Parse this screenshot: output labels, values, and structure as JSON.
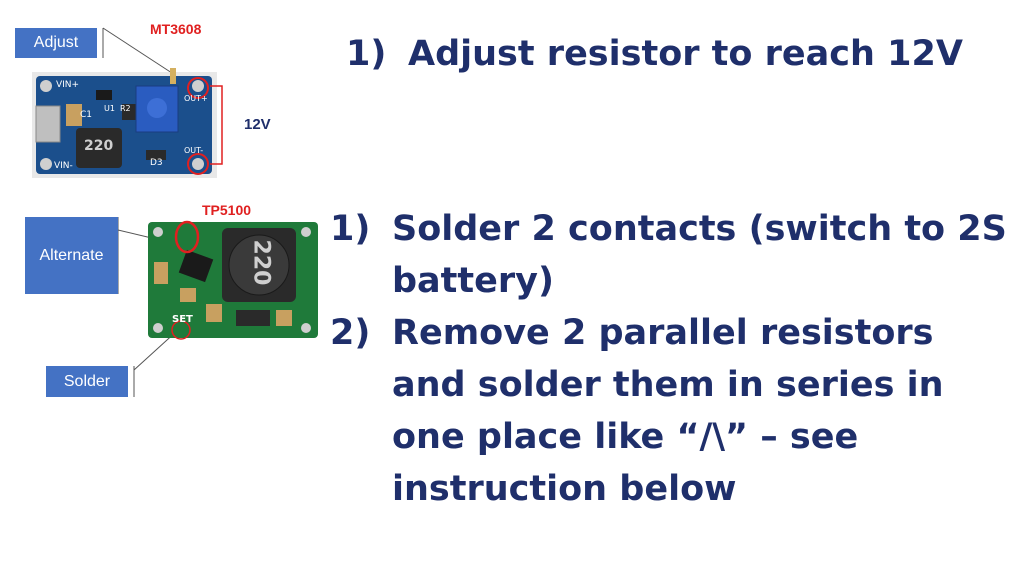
{
  "labels": {
    "adjust": "Adjust",
    "alternate": "Alternate",
    "solder": "Solder"
  },
  "chips": {
    "top": "MT3608",
    "bottom": "TP5100"
  },
  "voltage_label": "12V",
  "board1_text": {
    "vin_plus": "VIN+",
    "vin_minus": "VIN-",
    "out_plus": "OUT+",
    "out_minus": "OUT-",
    "c1": "C1",
    "u1": "U1",
    "r2": "R2",
    "d3": "D3",
    "inductor": "220"
  },
  "board2_text": {
    "inductor": "220",
    "set": "SET"
  },
  "steps_top": [
    {
      "num": "1)",
      "text": "Adjust resistor to reach 12V"
    }
  ],
  "steps_bottom": [
    {
      "num": "1)",
      "text": "Solder 2 contacts (switch to 2S battery)"
    },
    {
      "num": "2)",
      "text": "Remove 2 parallel resistors and solder them in series in one place like “/\\” – see instruction below"
    }
  ],
  "colors": {
    "text": "#1f2f6b",
    "tag": "#4472c4",
    "chip_label": "#e02020",
    "board1": "#1b4f8c",
    "board2": "#1f7a3a"
  }
}
